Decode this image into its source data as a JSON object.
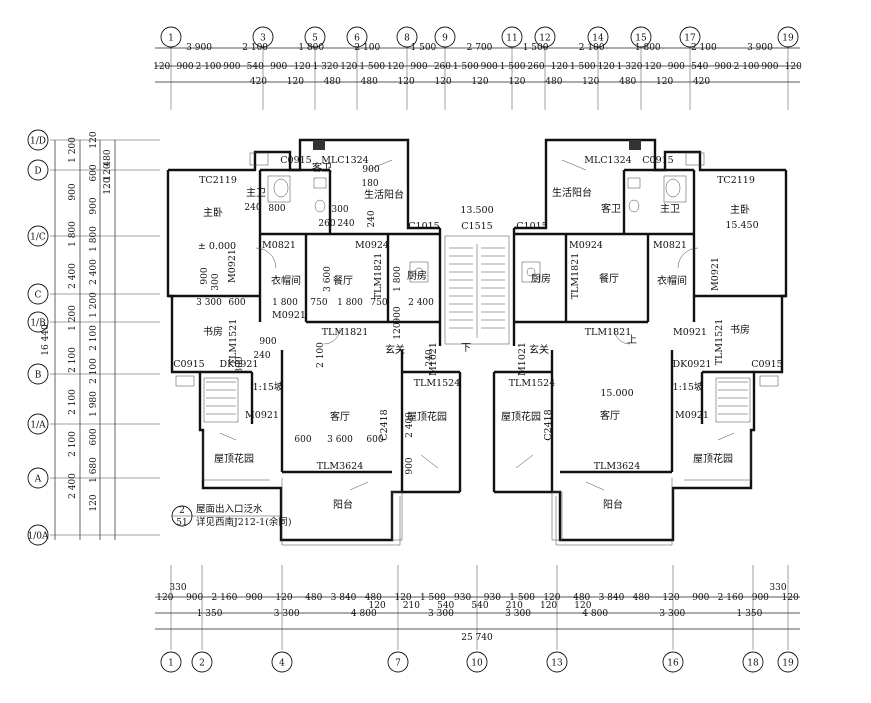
{
  "top_axes": [
    "1",
    "3",
    "5",
    "6",
    "8",
    "9",
    "11",
    "12",
    "14",
    "15",
    "17",
    "19"
  ],
  "bottom_axes": [
    "1",
    "2",
    "4",
    "7",
    "10",
    "13",
    "16",
    "18",
    "19"
  ],
  "left_axes": [
    "1/D",
    "D",
    "1/C",
    "C",
    "1/B",
    "B",
    "1/A",
    "A",
    "1/0A"
  ],
  "top_dims_row1": [
    "3 900",
    "2 100",
    "1 800",
    "2 100",
    "1 500",
    "2 700",
    "1 500",
    "2 100",
    "1 800",
    "2 100",
    "3 900"
  ],
  "top_dims_row2": [
    "120",
    "900",
    "2 100",
    "900",
    "540",
    "900",
    "120",
    "1 320",
    "120",
    "1 500",
    "120",
    "900",
    "260",
    "1 500",
    "900",
    "1 500",
    "260",
    "120",
    "1 500",
    "120",
    "1 320",
    "120",
    "900",
    "540",
    "900",
    "2 100",
    "900",
    "120"
  ],
  "top_dims_row3": [
    "420",
    "120",
    "480",
    "480",
    "120",
    "120",
    "120",
    "120",
    "480",
    "120",
    "480",
    "120",
    "420"
  ],
  "bottom_dims_row1": [
    "120",
    "900",
    "2 160",
    "900",
    "120",
    "480",
    "3 840",
    "480",
    "120",
    "1 500",
    "930",
    "930",
    "1 500",
    "120",
    "480",
    "3 840",
    "480",
    "120",
    "900",
    "2 160",
    "900",
    "120"
  ],
  "bottom_dims_row2": [
    "1 350",
    "3 300",
    "4 800",
    "3 300",
    "3 300",
    "4 800",
    "3 300",
    "1 350"
  ],
  "bottom_dims_row3": [
    "120",
    "210",
    "540",
    "540",
    "210",
    "120",
    "120"
  ],
  "bottom_total": "25 740",
  "bottom_extra": "330",
  "left_total": "16 440",
  "left_dims_outer": [
    "1 200",
    "900",
    "1 800",
    "2 400",
    "1 200",
    "2 100",
    "2 100",
    "2 100",
    "2 400"
  ],
  "left_dims_inner": [
    "120",
    "600",
    "900",
    "1 800",
    "2 400",
    "1 200",
    "2 100",
    "2 100",
    "1 980",
    "600",
    "1 680",
    "120"
  ],
  "left_dims_small": [
    "480",
    "120",
    "120"
  ],
  "rooms": {
    "master_bedroom": "主卧",
    "master_bath": "主卫",
    "guest_bath": "客卫",
    "service_balcony": "生活阳台",
    "cloakroom": "衣帽间",
    "dining": "餐厅",
    "kitchen": "厨房",
    "study": "书房",
    "foyer": "玄关",
    "living": "客厅",
    "roof_garden": "屋顶花园",
    "balcony": "阳台",
    "down": "下",
    "up": "上"
  },
  "tags": {
    "tc2119": "TC2119",
    "c0915": "C0915",
    "mlc1324": "MLC1324",
    "m0821": "M0821",
    "m0924": "M0924",
    "m0921": "M0921",
    "c1015": "C1015",
    "c1515": "C1515",
    "tlm1821": "TLM1821",
    "tlm1521": "TLM1521",
    "dk0921": "DK0921",
    "tlm1524": "TLM1524",
    "tlm3624": "TLM3624",
    "c2418": "C2418",
    "m1021": "M1021",
    "slope": "1:15坡",
    "elev_0": "± 0.000",
    "elev_13": "13.500",
    "elev_15": "15.000",
    "elev_1545": "15.450"
  },
  "interior_dims": {
    "d900": "900",
    "d180": "180",
    "d260": "260",
    "d240": "240",
    "d800": "800",
    "d300": "300",
    "d3600": "3 600",
    "d1800": "1 800",
    "d3300": "3 300",
    "d600": "600",
    "d750": "750",
    "d2400": "2 400",
    "d2100": "2 100",
    "d120": "120"
  },
  "note_line1": "屋面出入口泛水",
  "note_line2": "详见西南J212-1(余同)",
  "callout_top": "2",
  "callout_bottom": "51"
}
